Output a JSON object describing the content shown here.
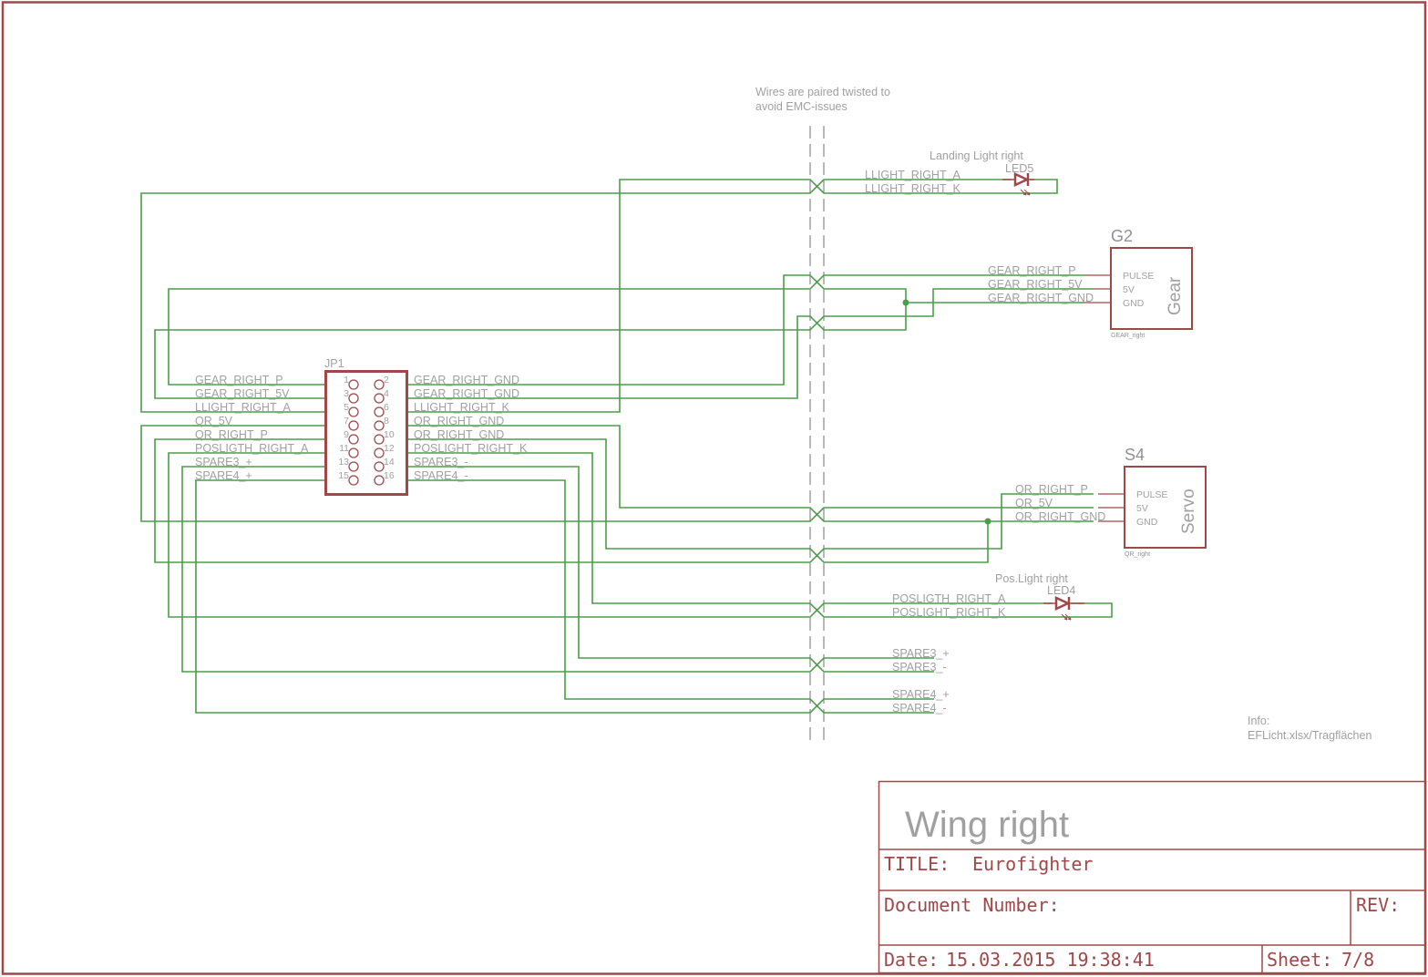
{
  "colors": {
    "wire": "#4a9e4a",
    "symbol": "#a04848",
    "label": "#a0a0a0"
  },
  "note": {
    "line1": "Wires are paired twisted to",
    "line2": "avoid EMC-issues"
  },
  "info": {
    "line1": "Info:",
    "line2": "EFLicht.xlsx/Tragflächen"
  },
  "connector": {
    "name": "JP1",
    "left_pins": [
      {
        "num": "1",
        "net": "GEAR_RIGHT_P"
      },
      {
        "num": "3",
        "net": "GEAR_RIGHT_5V"
      },
      {
        "num": "5",
        "net": "LLIGHT_RIGHT_A"
      },
      {
        "num": "7",
        "net": "QR_5V"
      },
      {
        "num": "9",
        "net": "QR_RIGHT_P"
      },
      {
        "num": "11",
        "net": "POSLIGTH_RIGHT_A"
      },
      {
        "num": "13",
        "net": "SPARE3_+"
      },
      {
        "num": "15",
        "net": "SPARE4_+"
      }
    ],
    "right_pins": [
      {
        "num": "2",
        "net": "GEAR_RIGHT_GND"
      },
      {
        "num": "4",
        "net": "GEAR_RIGHT_GND"
      },
      {
        "num": "6",
        "net": "LLIGHT_RIGHT_K"
      },
      {
        "num": "8",
        "net": "QR_RIGHT_GND"
      },
      {
        "num": "10",
        "net": "QR_RIGHT_GND"
      },
      {
        "num": "12",
        "net": "POSLIGHT_RIGHT_K"
      },
      {
        "num": "14",
        "net": "SPARE3_-"
      },
      {
        "num": "16",
        "net": "SPARE4_-"
      }
    ]
  },
  "led5": {
    "description": "Landing Light right",
    "name": "LED5",
    "net_a": "LLIGHT_RIGHT_A",
    "net_k": "LLIGHT_RIGHT_K"
  },
  "led4": {
    "description": "Pos.Light right",
    "name": "LED4",
    "net_a": "POSLIGTH_RIGHT_A",
    "net_k": "POSLIGHT_RIGHT_K"
  },
  "gear": {
    "name": "G2",
    "device": "Gear",
    "value": "GEAR_right",
    "pins": [
      "PULSE",
      "5V",
      "GND"
    ],
    "nets": [
      "GEAR_RIGHT_P",
      "GEAR_RIGHT_5V",
      "GEAR_RIGHT_GND"
    ]
  },
  "servo": {
    "name": "S4",
    "device": "Servo",
    "value": "QR_right",
    "pins": [
      "PULSE",
      "5V",
      "GND"
    ],
    "nets": [
      "QR_RIGHT_P",
      "QR_5V",
      "QR_RIGHT_GND"
    ]
  },
  "spares": {
    "s3p": "SPARE3_+",
    "s3m": "SPARE3_-",
    "s4p": "SPARE4_+",
    "s4m": "SPARE4_-"
  },
  "title_block": {
    "sheet_title": "Wing right",
    "title_label": "TITLE:",
    "title_value": "Eurofighter",
    "doc_label": "Document Number:",
    "rev_label": "REV:",
    "date_label": "Date:",
    "date_value": "15.03.2015 19:38:41",
    "sheet_label": "Sheet:",
    "sheet_value": "7/8"
  }
}
